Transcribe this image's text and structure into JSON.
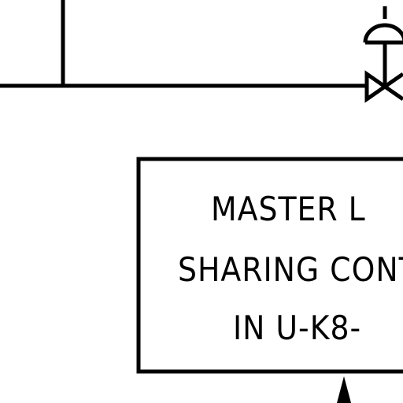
{
  "drawing": {
    "line_color": "#000000",
    "background": "#ffffff",
    "valve_symbol": "diaphragm-control-valve-icon",
    "callout": {
      "lines": [
        "MASTER L",
        "SHARING CONT",
        "IN U-K8-"
      ]
    }
  }
}
